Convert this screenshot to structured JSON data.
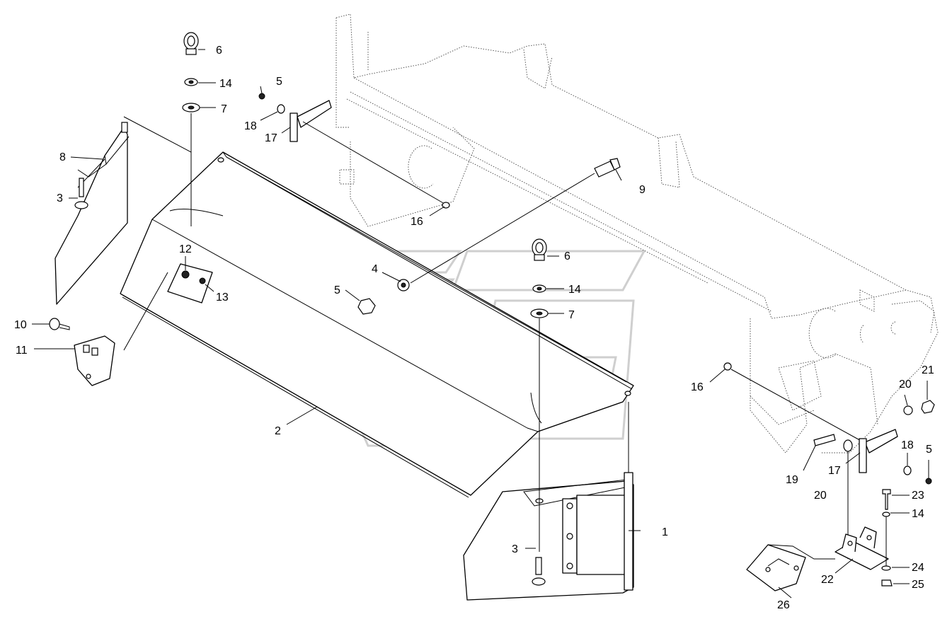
{
  "callouts": {
    "c1": "1",
    "c2": "2",
    "c3a": "3",
    "c3b": "3",
    "c4": "4",
    "c5a": "5",
    "c5b": "5",
    "c5c": "5",
    "c6a": "6",
    "c6b": "6",
    "c7a": "7",
    "c7b": "7",
    "c8": "8",
    "c9": "9",
    "c10": "10",
    "c11": "11",
    "c12": "12",
    "c13": "13",
    "c14a": "14",
    "c14b": "14",
    "c14c": "14",
    "c16a": "16",
    "c16b": "16",
    "c17a": "17",
    "c17b": "17",
    "c18a": "18",
    "c18b": "18",
    "c19": "19",
    "c20a": "20",
    "c20b": "20",
    "c21": "21",
    "c22": "22",
    "c23": "23",
    "c24": "24",
    "c25": "25",
    "c26": "26"
  }
}
